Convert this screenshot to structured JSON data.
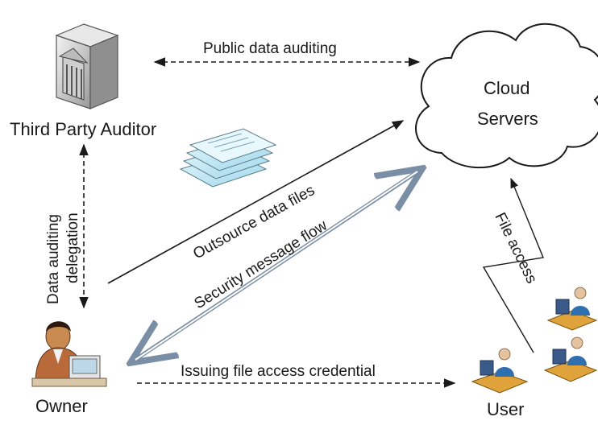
{
  "labels": {
    "third_party_auditor": "Third Party Auditor",
    "cloud_servers_line1": "Cloud",
    "cloud_servers_line2": "Servers",
    "owner": "Owner",
    "user": "User"
  },
  "edges": {
    "public_data_auditing": "Public data auditing",
    "outsource_data_files": "Outsource data files",
    "security_message_flow": "Security message flow",
    "issuing_file_access_credential": "Issuing file access credential",
    "file_access": "File access",
    "delegation_line1": "Data auditing",
    "delegation_line2": "delegation"
  },
  "icons": {
    "auditor": "server-building-icon",
    "cloud": "cloud-icon",
    "files": "document-stack-icon",
    "owner": "person-at-desk-icon",
    "users": "workstation-user-icon"
  },
  "colors": {
    "line": "#1a1a1a",
    "double_arrow": "#7a8fa6",
    "file_sheet": "#c9ecf7"
  }
}
